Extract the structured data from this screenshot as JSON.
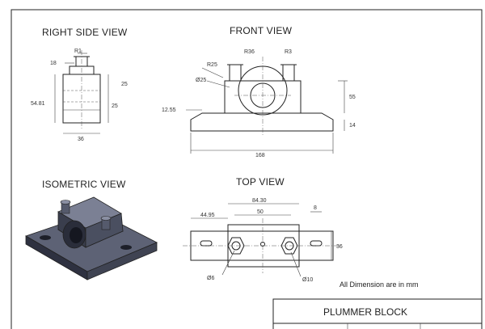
{
  "views": {
    "right_side": {
      "title": "RIGHT SIDE VIEW",
      "dims": [
        "R1",
        "18",
        "25",
        "25",
        "54.81",
        "36"
      ]
    },
    "front": {
      "title": "FRONT VIEW",
      "dims": [
        "R36",
        "R25",
        "R3",
        "Ø25",
        "55",
        "12.55",
        "14",
        "168"
      ]
    },
    "isometric": {
      "title": "ISOMETRIC VIEW"
    },
    "top": {
      "title": "TOP VIEW",
      "dims": [
        "84.30",
        "44.95",
        "50",
        "8",
        "36",
        "Ø6",
        "Ø10"
      ]
    }
  },
  "note": "All Dimension are in mm",
  "title_block": {
    "name": "PLUMMER BLOCK"
  }
}
